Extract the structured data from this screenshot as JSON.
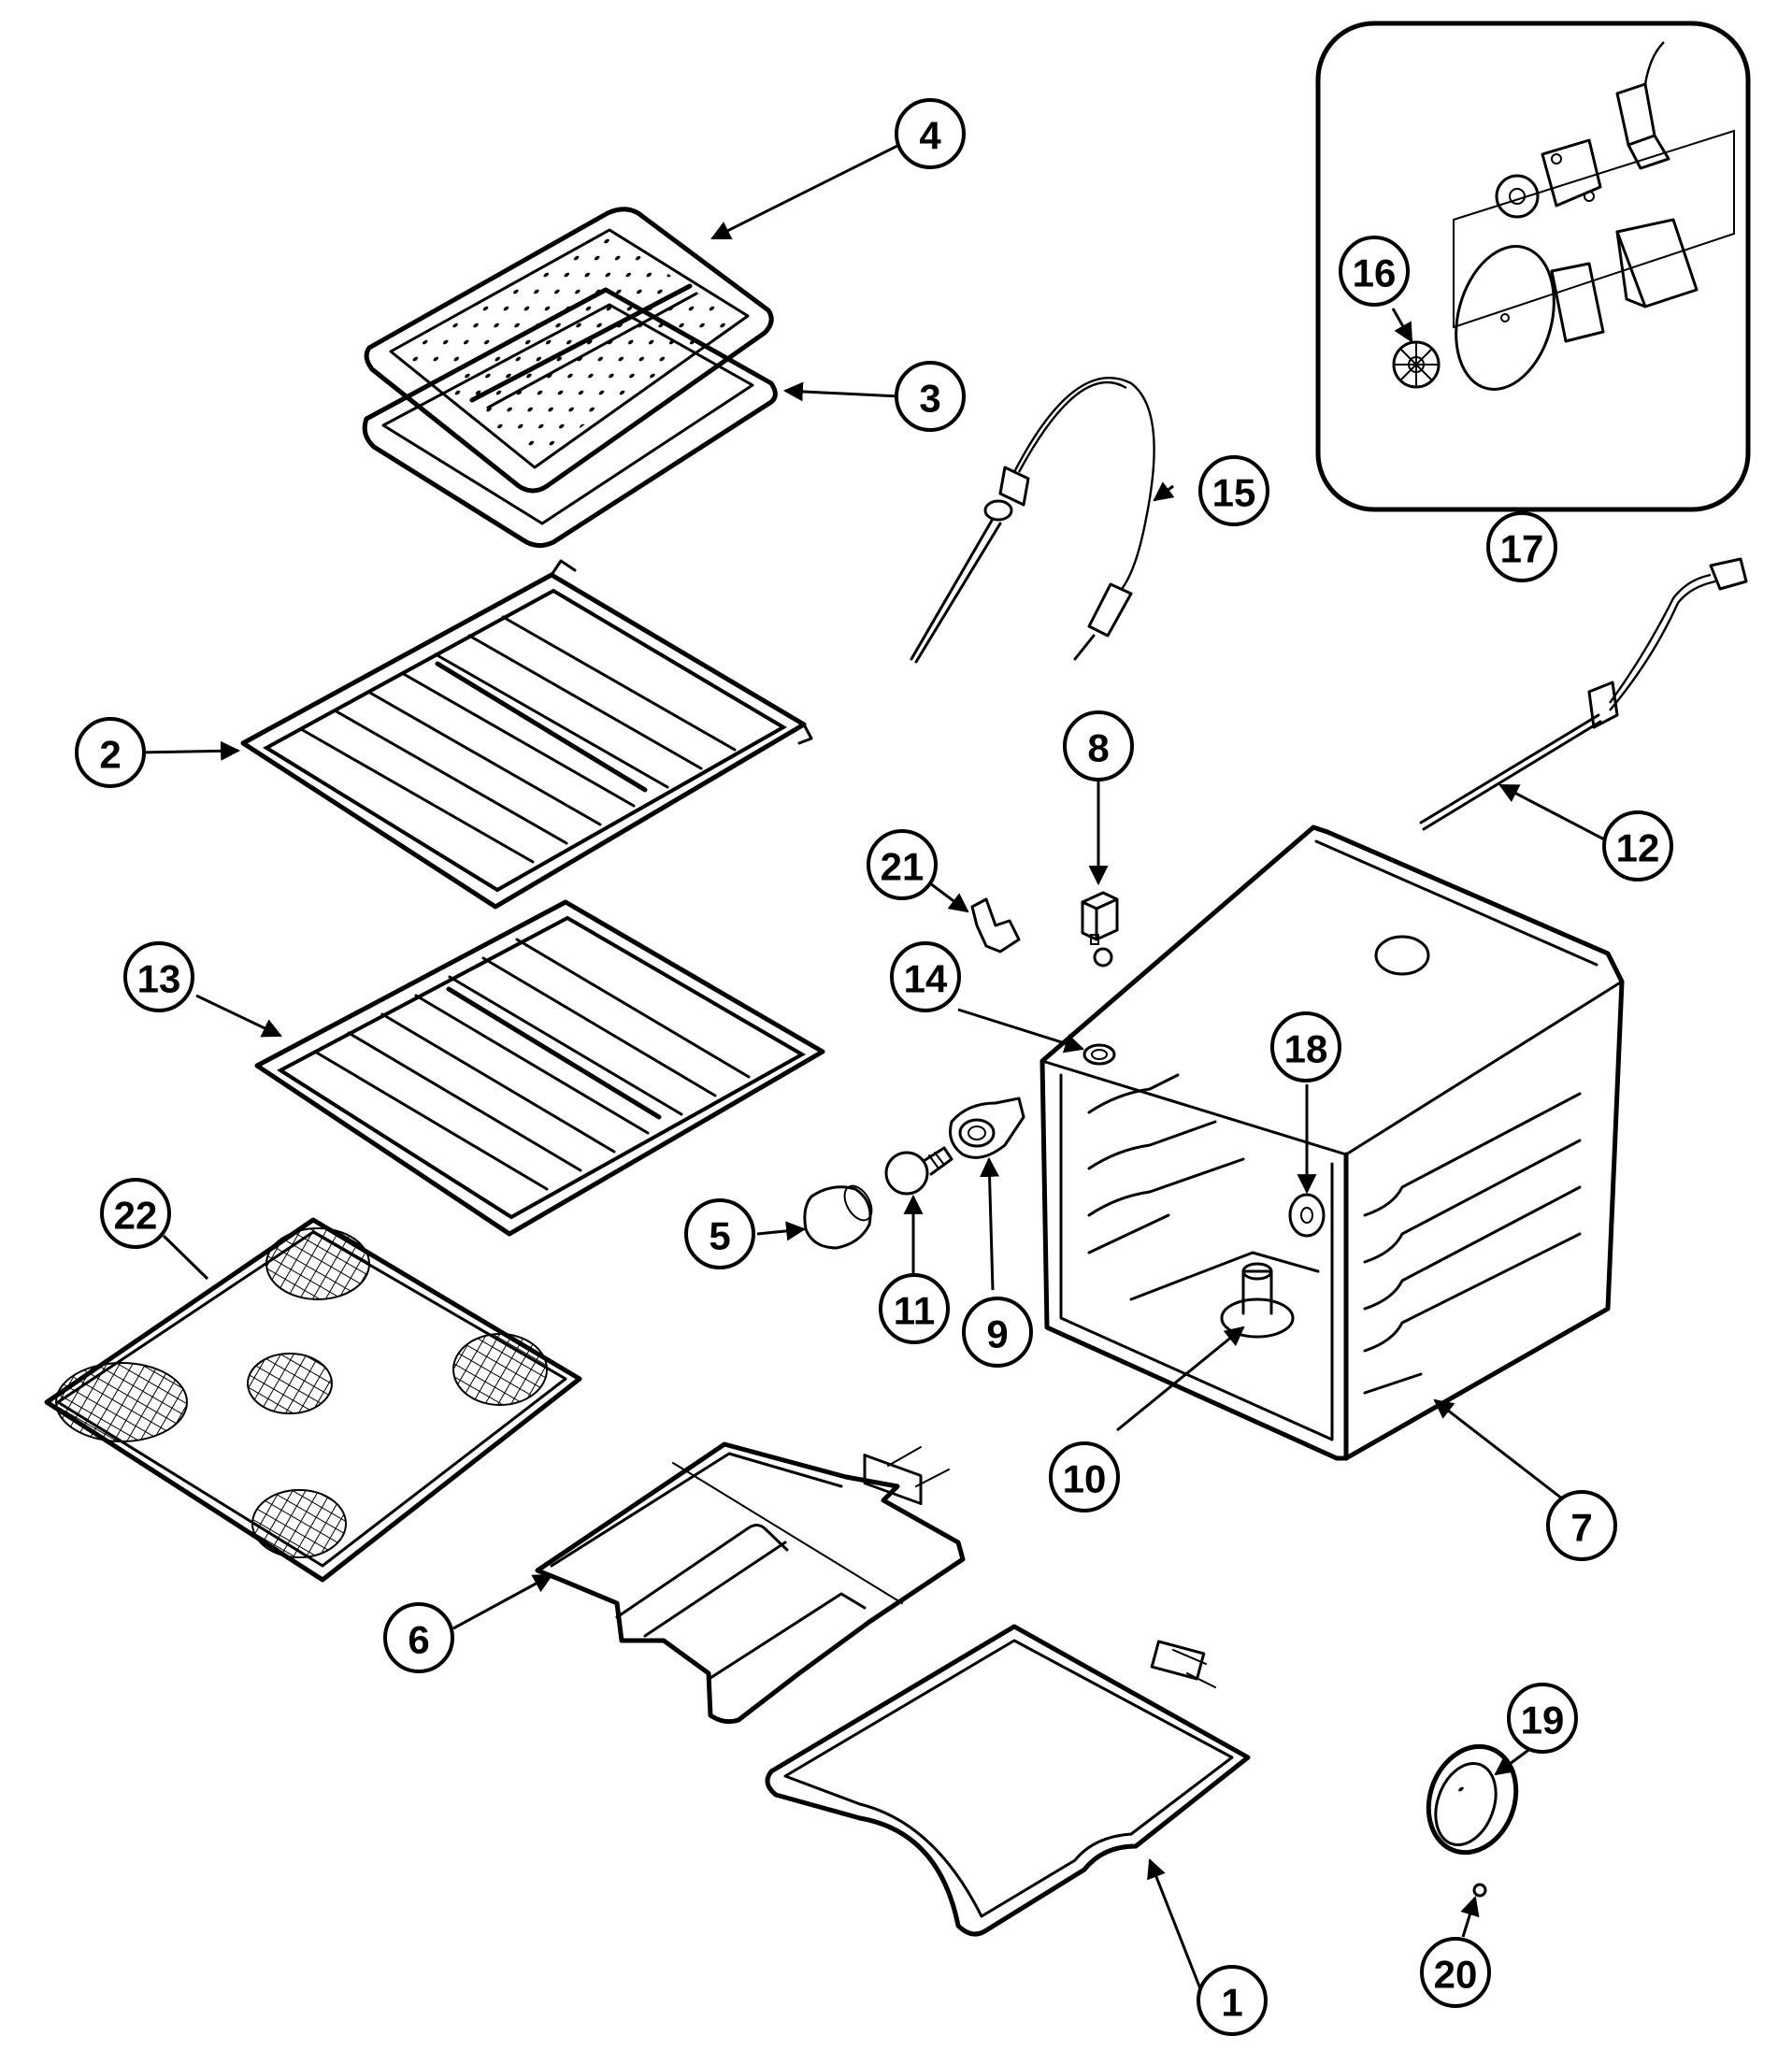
{
  "callouts": [
    {
      "label": "1"
    },
    {
      "label": "2"
    },
    {
      "label": "3"
    },
    {
      "label": "4"
    },
    {
      "label": "5"
    },
    {
      "label": "6"
    },
    {
      "label": "7"
    },
    {
      "label": "8"
    },
    {
      "label": "9"
    },
    {
      "label": "10"
    },
    {
      "label": "11"
    },
    {
      "label": "12"
    },
    {
      "label": "13"
    },
    {
      "label": "14"
    },
    {
      "label": "15"
    },
    {
      "label": "16"
    },
    {
      "label": "17"
    },
    {
      "label": "18"
    },
    {
      "label": "19"
    },
    {
      "label": "20"
    },
    {
      "label": "21"
    },
    {
      "label": "22"
    }
  ]
}
